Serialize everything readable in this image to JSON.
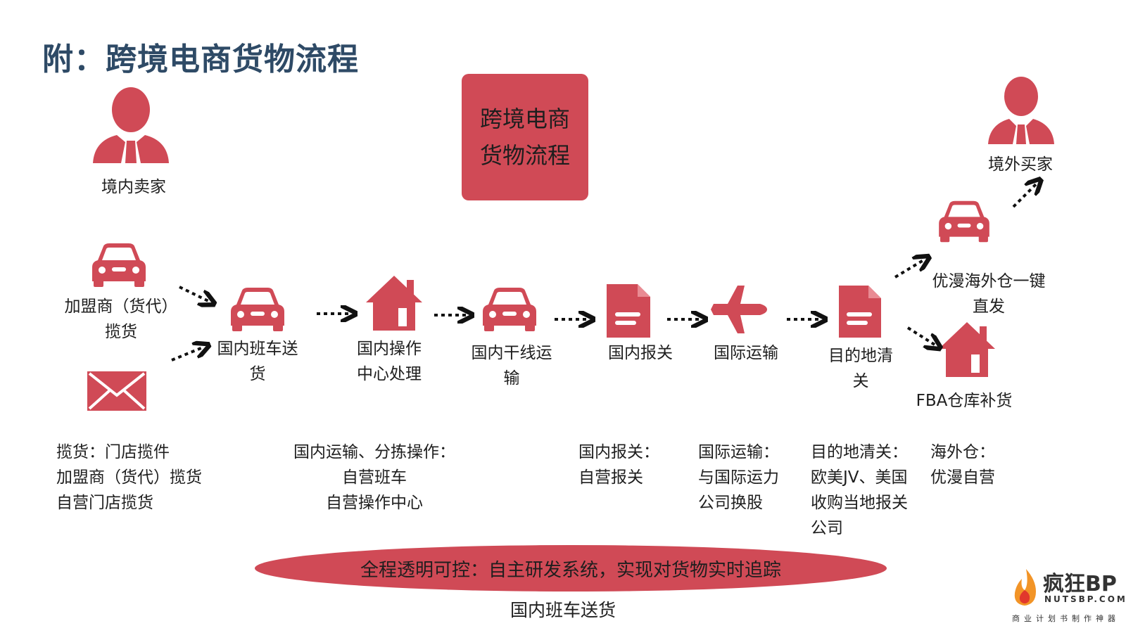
{
  "title": "附：跨境电商货物流程",
  "center_box": {
    "line1": "跨境电商",
    "line2": "货物流程"
  },
  "actors": {
    "seller": "境内卖家",
    "buyer": "境外买家"
  },
  "nodes": {
    "franchise_pickup": {
      "line1": "加盟商（货代）",
      "line2": "揽货"
    },
    "domestic_shuttle": {
      "line1": "国内班车送",
      "line2": "货"
    },
    "domestic_center": {
      "line1": "国内操作",
      "line2": "中心处理"
    },
    "domestic_trunk": {
      "line1": "国内干线运",
      "line2": "输"
    },
    "domestic_customs": "国内报关",
    "international_transport": "国际运输",
    "destination_clearance": {
      "line1": "目的地清",
      "line2": "关"
    },
    "overseas_direct": {
      "line1": "优漫海外仓一键",
      "line2": "直发"
    },
    "fba_restock": "FBA仓库补货"
  },
  "notes": {
    "pickup": [
      "揽货：",
      "门店揽件",
      "加盟商（货代）揽货",
      "自营门店揽货"
    ],
    "transport": [
      "国内运输、分拣操作：",
      "自营班车",
      "自营操作中心"
    ],
    "customs": [
      "国内报关：",
      "自营报关"
    ],
    "international": [
      "国际运输：",
      "与国际运力",
      "公司换股"
    ],
    "clearance": [
      "目的地清关：",
      "欧美JV、美国",
      "收购当地报关",
      "公司"
    ],
    "warehouse": [
      "海外仓：",
      "优漫自营"
    ]
  },
  "banner": "全程透明可控：自主研发系统，实现对货物实时追踪",
  "bottom_caption": "国内班车送货",
  "logo": {
    "name": "疯狂BP",
    "domain": "NUTSBP.COM",
    "slogan": "商业计划书制作神器"
  },
  "colors": {
    "accent": "#d04a56",
    "title": "#2e4a66"
  }
}
